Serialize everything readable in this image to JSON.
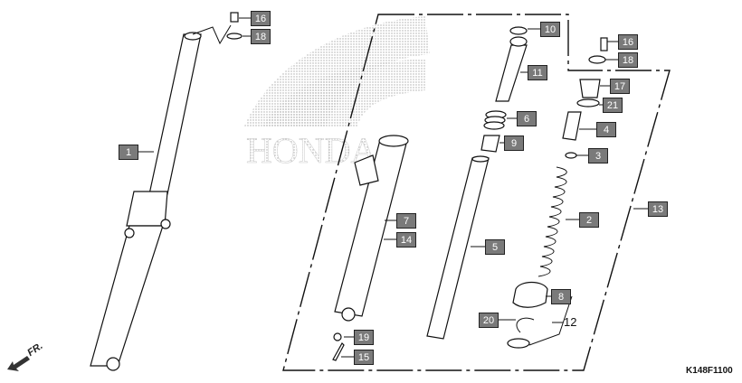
{
  "diagram": {
    "callouts": {
      "c16a": "16",
      "c18a": "18",
      "c1": "1",
      "c10": "10",
      "c11": "11",
      "c6": "6",
      "c9": "9",
      "c16b": "16",
      "c18b": "18",
      "c17": "17",
      "c21": "21",
      "c4": "4",
      "c3": "3",
      "c2": "2",
      "c13": "13",
      "c7": "7",
      "c14": "14",
      "c5": "5",
      "c8": "8",
      "c20": "20",
      "c19": "19",
      "c15": "15"
    },
    "group_label": "12",
    "front_indicator": "FR.",
    "figure_code": "K148F1100",
    "watermark_brand": "HONDA",
    "colors": {
      "callout_fill": "#7a7a7a",
      "line": "#111111",
      "watermark": "#bdbdbd"
    }
  }
}
